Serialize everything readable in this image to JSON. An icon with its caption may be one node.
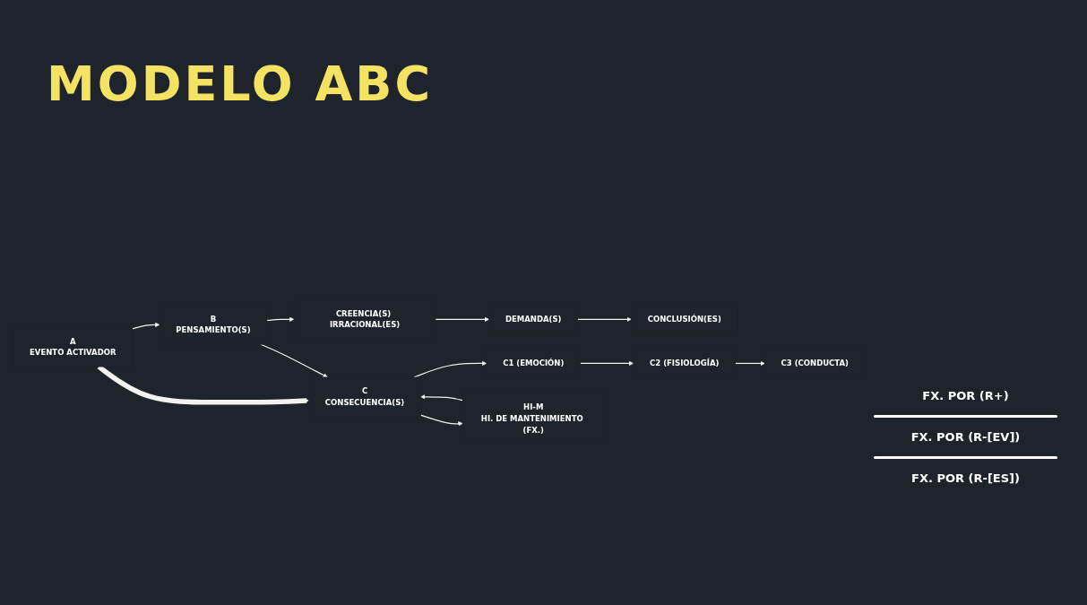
{
  "diagram": {
    "title": "MODELO ABC",
    "nodes": [
      {
        "text": [
          "A",
          "EVENTO ACTIVADOR"
        ]
      },
      {
        "text": [
          "B",
          "PENSAMIENTO(S)"
        ]
      },
      {
        "text": [
          "CREENCIA(S) IRRACIONAL(ES)"
        ]
      },
      {
        "text": [
          "DEMANDA(S)"
        ]
      },
      {
        "text": [
          "CONCLUSIÓN(ES)"
        ]
      },
      {
        "text": [
          "C",
          "CONSECUENCIA(S)"
        ]
      },
      {
        "text": [
          "C1 (EMOCIÓN)"
        ]
      },
      {
        "text": [
          "C2 (FISIOLOGÍA)"
        ]
      },
      {
        "text": [
          "C3 (CONDUCTA)"
        ]
      },
      {
        "text": [
          "HI-M",
          "HI. DE MANTENIMIENTO (FX.)"
        ]
      }
    ],
    "edges": [
      {
        "from": 0,
        "to": 5,
        "arrow": "to",
        "style": "thick"
      },
      {
        "from": 0,
        "to": 1,
        "arrow": "to"
      },
      {
        "from": 1,
        "to": 2,
        "arrow": "to"
      },
      {
        "from": 2,
        "to": 3,
        "arrow": "to"
      },
      {
        "from": 3,
        "to": 4,
        "arrow": "to"
      },
      {
        "from": 1,
        "to": 5,
        "arrow": "to"
      },
      {
        "from": 5,
        "to": 6,
        "arrow": "to"
      },
      {
        "from": 6,
        "to": 7,
        "arrow": "to"
      },
      {
        "from": 7,
        "to": 8,
        "arrow": "to"
      },
      {
        "from": 9,
        "to": 5,
        "arrow": "to"
      },
      {
        "from": 5,
        "to": 9,
        "arrow": "to"
      }
    ],
    "labels": [
      "FX. POR (R+)",
      "FX. POR (R-[EV])",
      "FX. POR (R-[ES])"
    ]
  }
}
